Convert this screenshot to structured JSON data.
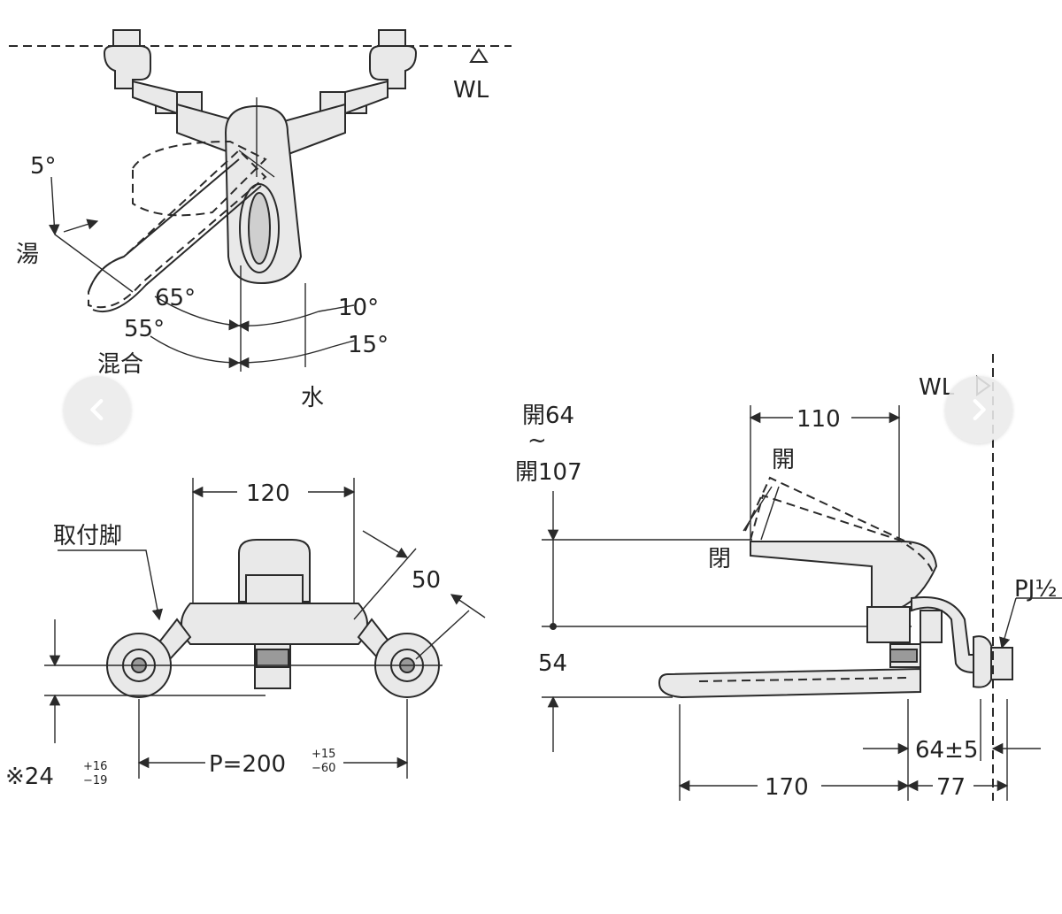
{
  "labels": {
    "wl_top": "WL",
    "deg_5": "5°",
    "hot": "湯",
    "deg_65": "65°",
    "deg_10": "10°",
    "deg_55": "55°",
    "deg_15": "15°",
    "mix": "混合",
    "water": "水",
    "dim_120": "120",
    "mount_leg": "取付脚",
    "dim_50": "50",
    "star_24": "※24",
    "tol_24_top": "+16",
    "tol_24_bot": "−19",
    "pitch": "P=200",
    "tol_p_top": "+15",
    "tol_p_bot": "−60",
    "open_64": "開64",
    "tilde": "~",
    "open_107": "開107",
    "wl_side": "WL",
    "dim_110": "110",
    "open_a": "開",
    "closed": "閉",
    "dim_54": "54",
    "pj": "PJ½",
    "dim_64": "64±5",
    "dim_170": "170",
    "dim_77": "77"
  },
  "navigation": {
    "prev_icon": "chevron-left-icon",
    "next_icon": "chevron-right-icon"
  }
}
